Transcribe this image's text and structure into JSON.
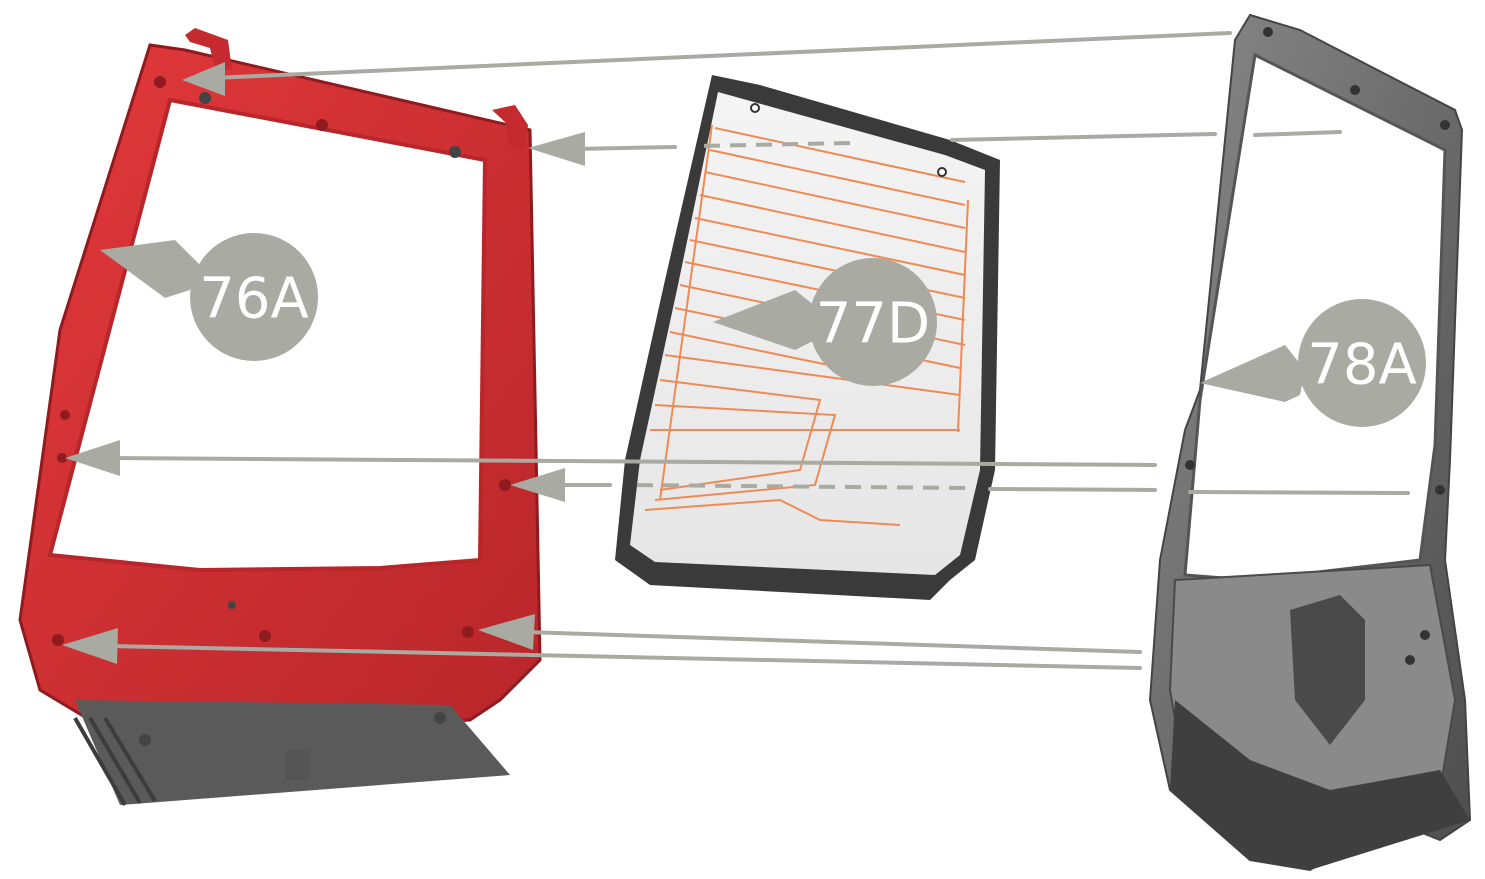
{
  "parts": [
    {
      "id": "76A",
      "label": "76A",
      "color": "#d93234"
    },
    {
      "id": "77D",
      "label": "77D",
      "color": "#3a3a3a"
    },
    {
      "id": "78A",
      "label": "78A",
      "color": "#6f6f6f"
    }
  ],
  "colors": {
    "callout": "#a9aaa2",
    "frame_red": "#d93234",
    "frame_red_dark": "#a71e22",
    "glass_border": "#3a3a3a",
    "heater_lines": "#f08a55",
    "inner_trim": "#7a7a7a"
  }
}
